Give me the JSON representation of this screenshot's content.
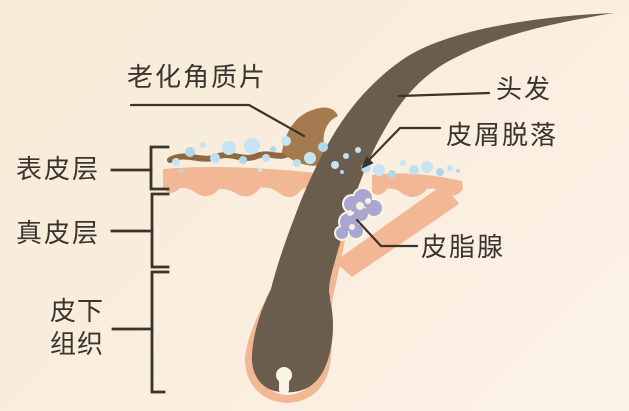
{
  "diagram": {
    "subject": "scalp-skin-cross-section",
    "labels": {
      "aged_keratin_flake": "老化角质片",
      "hair": "头发",
      "dandruff_shedding": "皮屑脱落",
      "epidermis": "表皮层",
      "dermis": "真皮层",
      "subcutaneous_1": "皮下",
      "subcutaneous_2": "组织",
      "sebaceous_gland": "皮脂腺"
    },
    "colors": {
      "background_top_left": "#f7ead6",
      "background_bottom_right": "#fdf2e8",
      "skin_salmon": "#f2b795",
      "hair_brown": "#6b5d4d",
      "keratin_flake_brown": "#a57a4e",
      "keratin_ribbon_brown": "#8f6840",
      "dandruff_blue": "#bfe0f2",
      "dandruff_blue_deep": "#a5d4ea",
      "sebaceous_gland_purple": "#a9a6d0",
      "outline_white": "#fbf3e6",
      "line_dark": "#3a342e"
    }
  }
}
